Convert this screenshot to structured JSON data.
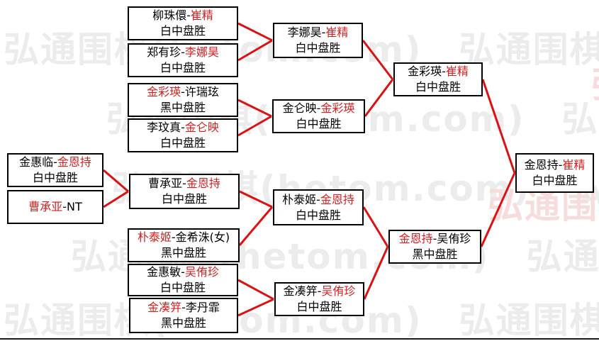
{
  "watermark": {
    "text": "弘通围棋(hetom.com)",
    "gray_color": "#ececec",
    "pink_color": "#f6dcdc"
  },
  "colors": {
    "winner_text": "#d42222",
    "connector_line": "#dd1111",
    "box_border": "#000000"
  },
  "matches": [
    {
      "round": "round-of-16",
      "p1": "柳珠儇",
      "p2": "崔精",
      "red": "p2",
      "result": "白中盘胜"
    },
    {
      "round": "round-of-16",
      "p1": "郑有珍",
      "p2": "李娜昊",
      "red": "p2",
      "result": "白中盘胜"
    },
    {
      "round": "round-of-16",
      "p1": "金彩瑛",
      "p2": "许瑞玹",
      "red": "p1",
      "result": "黑中盘胜"
    },
    {
      "round": "round-of-16",
      "p1": "李玟真",
      "p2": "金仑映",
      "red": "p2",
      "result": "白中盘胜"
    },
    {
      "round": "preliminary",
      "p1": "金惠临",
      "p2": "金恩持",
      "red": "p2",
      "result": "白中盘胜"
    },
    {
      "round": "preliminary",
      "p1": "曹承亚",
      "p2": "NT",
      "red": "p1",
      "result": ""
    },
    {
      "round": "round-of-16",
      "p1": "曹承亚",
      "p2": "金恩持",
      "red": "p2",
      "result": "白中盘胜"
    },
    {
      "round": "round-of-16",
      "p1": "朴泰姬",
      "p2": "金希洙(女)",
      "red": "p1",
      "result": "黑中盘胜"
    },
    {
      "round": "round-of-16",
      "p1": "金惠敏",
      "p2": "吴侑珍",
      "red": "p2",
      "result": "白中盘胜"
    },
    {
      "round": "round-of-16",
      "p1": "金凑笄",
      "p2": "李丹霏",
      "red": "p1",
      "result": "黑中盘胜"
    },
    {
      "round": "quarterfinal",
      "p1": "李娜昊",
      "p2": "崔精",
      "red": "p2",
      "result": "白中盘胜"
    },
    {
      "round": "quarterfinal",
      "p1": "金仑映",
      "p2": "金彩瑛",
      "red": "p2",
      "result": "白中盘胜"
    },
    {
      "round": "quarterfinal",
      "p1": "朴泰姬",
      "p2": "金恩持",
      "red": "p2",
      "result": "白中盘胜"
    },
    {
      "round": "quarterfinal",
      "p1": "金凑笄",
      "p2": "吴侑珍",
      "red": "p2",
      "result": "白中盘胜"
    },
    {
      "round": "semifinal",
      "p1": "金彩瑛",
      "p2": "崔精",
      "red": "p2",
      "result": "白中盘胜"
    },
    {
      "round": "semifinal",
      "p1": "金恩持",
      "p2": "吴侑珍",
      "red": "p1",
      "result": "黑中盘胜"
    },
    {
      "round": "final",
      "p1": "金恩持",
      "p2": "崔精",
      "red": "p2",
      "result": "白中盘胜"
    }
  ]
}
